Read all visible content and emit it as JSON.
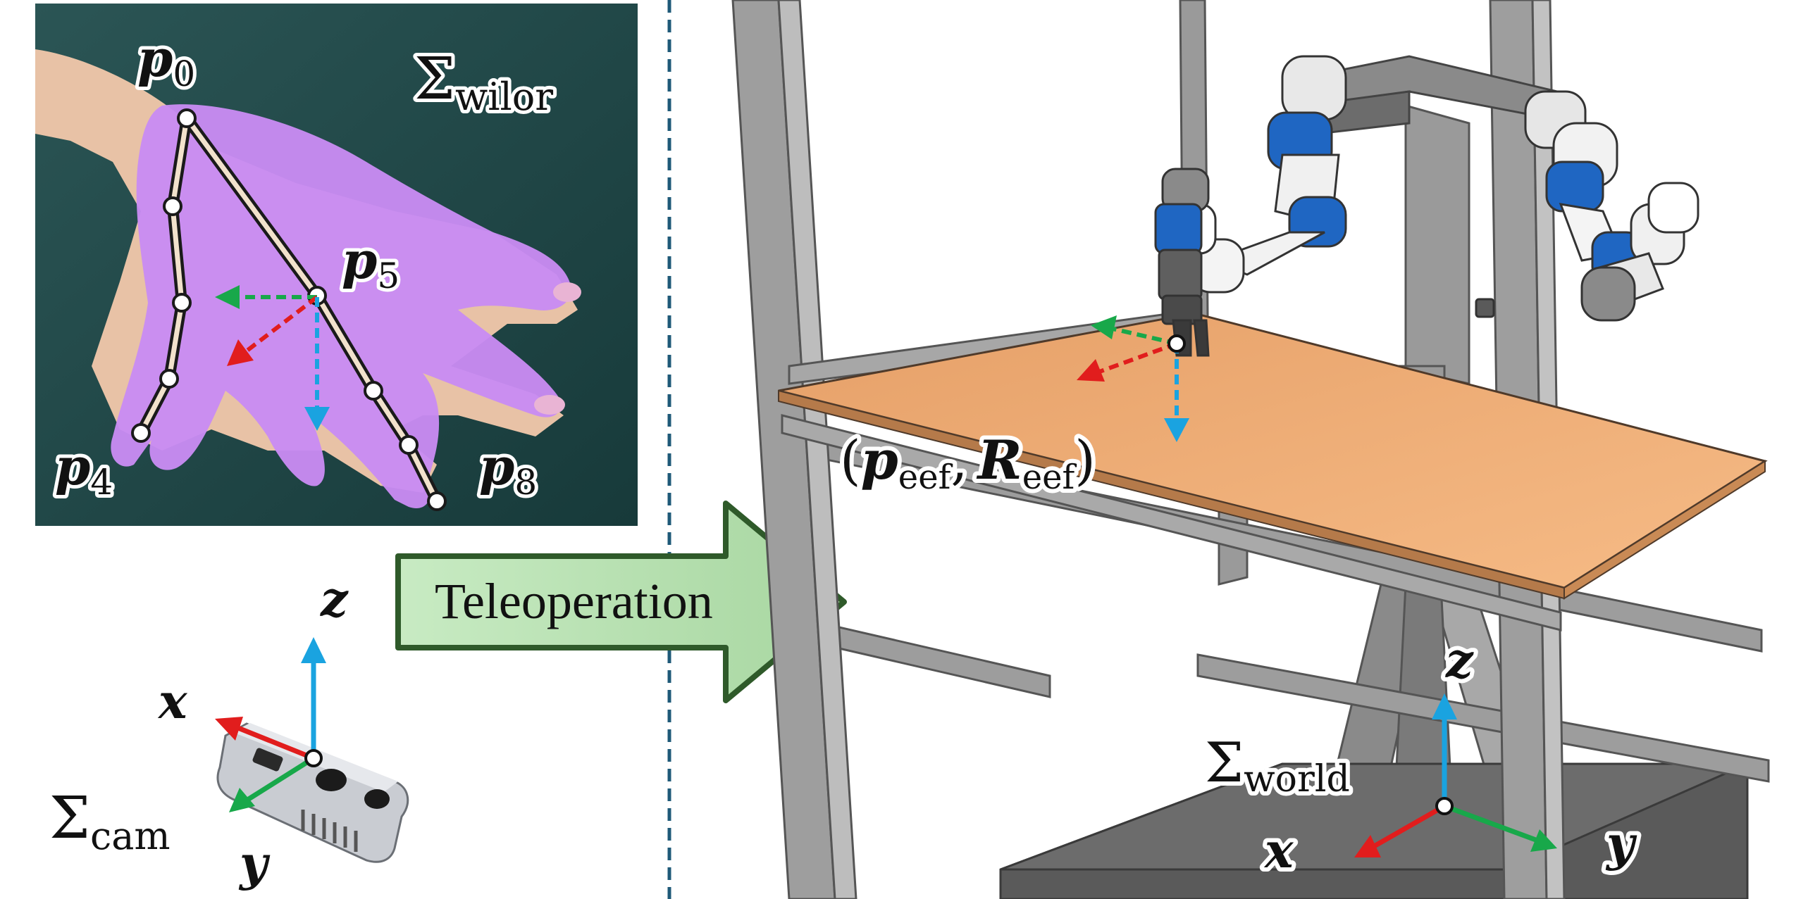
{
  "left_panel": {
    "frame_label": {
      "sym": "Σ",
      "sub": "wilor"
    },
    "keypoints": [
      {
        "letter": "p",
        "sub": "0"
      },
      {
        "letter": "p",
        "sub": "5"
      },
      {
        "letter": "p",
        "sub": "4"
      },
      {
        "letter": "p",
        "sub": "8"
      }
    ]
  },
  "camera": {
    "frame_label": {
      "sym": "Σ",
      "sub": "cam"
    },
    "axes": {
      "x": "x",
      "y": "y",
      "z": "z"
    }
  },
  "arrow": {
    "label": "Teleoperation"
  },
  "robot": {
    "eef_label": {
      "open": "(",
      "p": "p",
      "p_sub": "eef",
      "comma": ",",
      "r": "R",
      "r_sub": "eef",
      "close": ")"
    },
    "world_frame": {
      "sym": "Σ",
      "sub": "world"
    },
    "axes": {
      "x": "x",
      "y": "y",
      "z": "z"
    }
  },
  "colors": {
    "axis_x": "#e11d1d",
    "axis_y": "#18a84a",
    "axis_z": "#1aa3e0",
    "hand_overlay": "#c98bf2",
    "photo_background": "#1f4747",
    "arrow_fill": "#b9e0b4",
    "arrow_stroke": "#2f5a2a",
    "table_top": "#f0ae78",
    "frame_metal": "#8d8d8d",
    "robot_blue": "#1f66c2",
    "divider": "#1f5a78"
  }
}
